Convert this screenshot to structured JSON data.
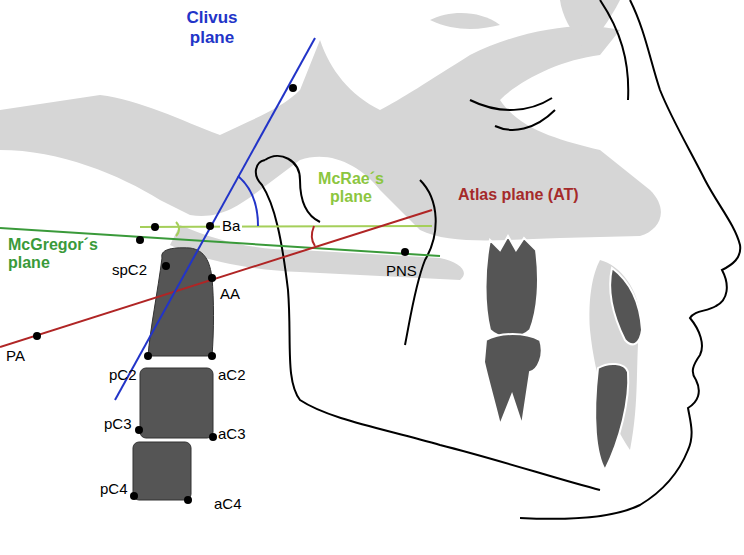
{
  "diagram": {
    "labels": [
      "Clivus plane",
      "McRae´s plane",
      "Atlas plane (AT)",
      "McGregor´s plane",
      "Ba",
      "spC2",
      "AA",
      "PNS",
      "PA",
      "pC2",
      "aC2",
      "pC3",
      "aC3",
      "pC4",
      "aC4"
    ]
  }
}
